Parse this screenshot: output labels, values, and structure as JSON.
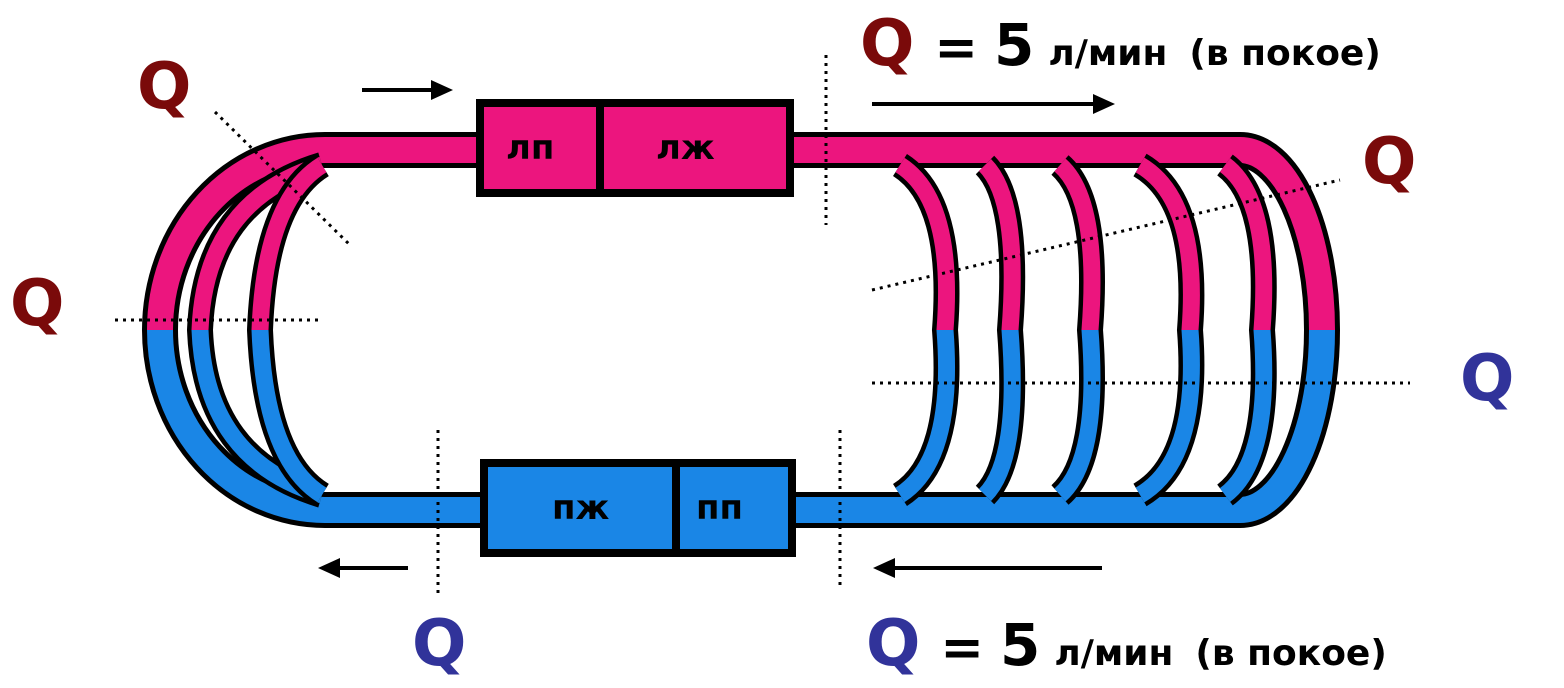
{
  "colors": {
    "arterial": "#ec157e",
    "venous": "#1a86e6",
    "outline": "#000000",
    "q_red": "#7a0a0a",
    "q_blue": "#31339a"
  },
  "chambers": {
    "left_atrium": "лп",
    "left_ventricle": "лж",
    "right_ventricle": "пж",
    "right_atrium": "пп"
  },
  "flow_symbol": "Q",
  "top_flow": {
    "symbol": "Q",
    "equals": "=",
    "value": "5",
    "unit": "л/мин",
    "note": "(в покое)"
  },
  "bottom_flow": {
    "symbol": "Q",
    "equals": "=",
    "value": "5",
    "unit": "л/мин",
    "note": "(в покое)"
  }
}
